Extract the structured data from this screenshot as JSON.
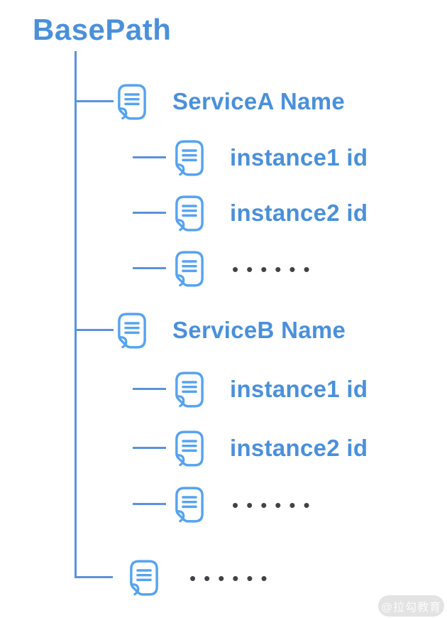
{
  "diagram": {
    "root_label": "BasePath",
    "services": [
      {
        "name": "ServiceA Name",
        "instances": [
          "instance1 id",
          "instance2 id",
          "••••••"
        ]
      },
      {
        "name": "ServiceB Name",
        "instances": [
          "instance1 id",
          "instance2 id",
          "••••••"
        ]
      }
    ],
    "more_label": "••••••",
    "colors": {
      "label_text": "#4a90db",
      "tree_lines": "#5b92db",
      "icon_stroke": "#56a3f1",
      "ellipsis_dots": "#3f4347",
      "watermark_bg": "#e3e3e3",
      "watermark_text": "#fbfbfb"
    }
  },
  "watermark": {
    "text": "@拉勾教育"
  }
}
